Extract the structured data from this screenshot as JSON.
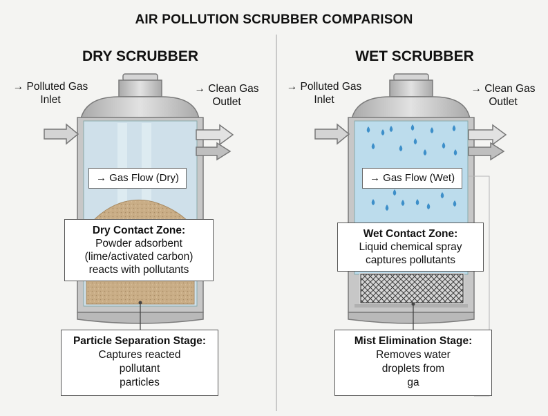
{
  "title": "AIR POLLUTION SCRUBBER COMPARISON",
  "dry": {
    "heading": "DRY SCRUBBER",
    "inlet_line1": "→ Polluted Gas",
    "inlet_line2": "Inlet",
    "outlet_line1": "→ Clean Gas",
    "outlet_line2": "Outlet",
    "flow_label": "→ Gas Flow (Dry)",
    "zone_title": "Dry Contact Zone:",
    "zone_line1": "Powder adsorbent",
    "zone_line2": "(lime/activated carbon)",
    "zone_line3": "reacts with pollutants",
    "stage_title": "Particle Separation Stage:",
    "stage_line1": "Captures reacted",
    "stage_line2": "pollutant",
    "stage_line3": "particles"
  },
  "wet": {
    "heading": "WET SCRUBBER",
    "inlet_line1": "→ Polluted Gas",
    "inlet_line2": "Inlet",
    "outlet_line1": "→ Clean Gas",
    "outlet_line2": "Outlet",
    "flow_label": "→ Gas Flow (Wet)",
    "zone_title": "Wet Contact Zone:",
    "zone_line1": "Liquid chemical spray",
    "zone_line2": "captures pollutants",
    "stage_title": "Mist Elimination Stage:",
    "stage_line1": "Removes water",
    "stage_line2": "droplets from",
    "stage_line3": "ga"
  },
  "colors": {
    "vessel_gray": "#c8c8c8",
    "vessel_outline": "#7a7a7a",
    "dry_interior": "#cfe0ea",
    "wet_interior": "#bcdcec",
    "powder": "#c9ad86",
    "droplet": "#3d8fc9",
    "mesh": "#444444"
  }
}
